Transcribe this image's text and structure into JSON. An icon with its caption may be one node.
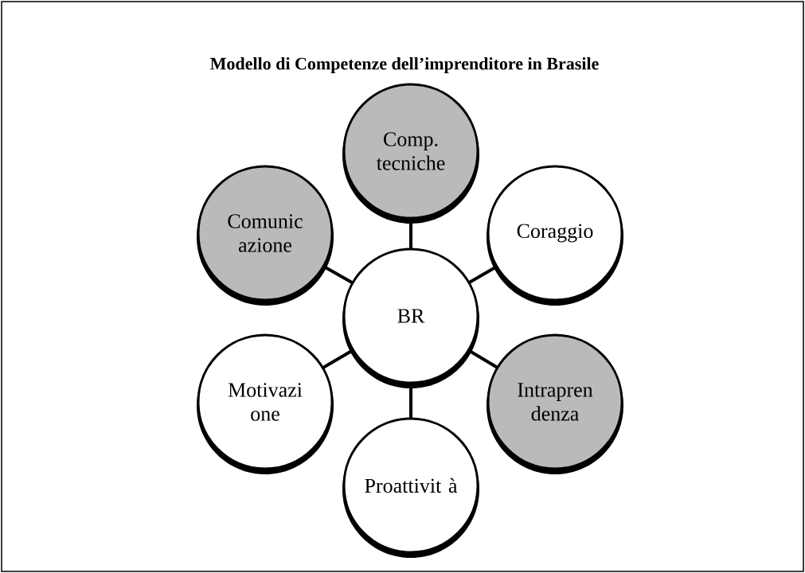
{
  "diagram": {
    "title": "Modello di Competenze dell’imprenditore in Brasile",
    "nodes": [
      {
        "text": [
          "Comp. tecniche"
        ]
      },
      {
        "text": [
          "Comunic azione"
        ]
      },
      {
        "text": [
          "Coraggio"
        ]
      },
      {
        "text": [
          "BR"
        ]
      },
      {
        "text": [
          "Motivazi one"
        ]
      },
      {
        "text": [
          "Intrapren denza"
        ]
      },
      {
        "text": [
          "Proattivit à"
        ]
      }
    ],
    "edges": [
      {
        "from": 3,
        "to": 0,
        "arrow": "none"
      },
      {
        "from": 3,
        "to": 1,
        "arrow": "none"
      },
      {
        "from": 3,
        "to": 2,
        "arrow": "none"
      },
      {
        "from": 3,
        "to": 4,
        "arrow": "none"
      },
      {
        "from": 3,
        "to": 5,
        "arrow": "none"
      },
      {
        "from": 3,
        "to": 6,
        "arrow": "none"
      }
    ]
  }
}
